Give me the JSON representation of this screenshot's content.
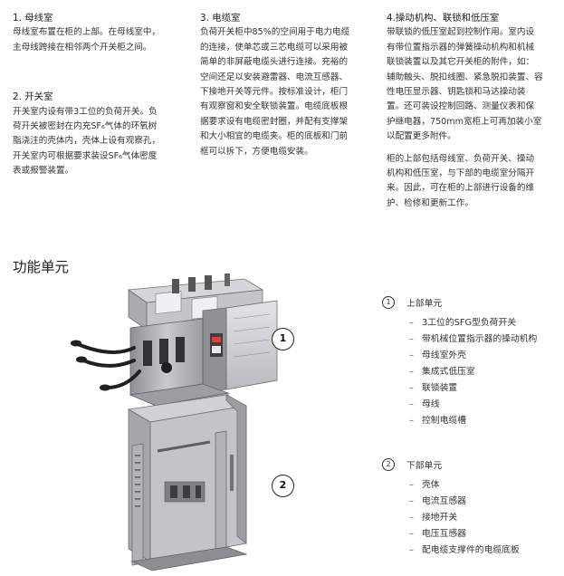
{
  "section1": {
    "title": "1. 母线室",
    "lines": [
      "母线室布置在柜的上部。在母线室中，",
      "主母线跨接在相邻两个开关柜之间。"
    ]
  },
  "section2": {
    "title": "2. 开关室",
    "lines": [
      "开关室内设有带3工位的负荷开关。负",
      "荷开关被密封在内充SF₆气体的环氧树",
      "脂浇注的壳体内，壳体上设有观察孔，",
      "开关室内可根据要求装设SF₆气体密度",
      "表或报警装置。"
    ]
  },
  "section3": {
    "title": "3. 电缆室",
    "lines": [
      "负荷开关柜中85%的空间用于电力电缆",
      "的连接，使单芯或三芯电缆可以采用被",
      "简单的非屏蔽电缆头进行连接。充裕的",
      "空间还足以安装避雷器、电流互感器、",
      "下接地开关等元件。按标准设计，柜门",
      "有观察窗和安全联锁装置。电缆底板根",
      "据要求设有电缆密封圈，并配有支撑架",
      "和大小相宜的电缆夹。柜的底板和门前",
      "框可以拆下，方便电缆安装。"
    ]
  },
  "section4": {
    "title": "4.操动机构、联锁和低压室",
    "lines": [
      "带联锁的低压室起到控制作用。室内设",
      "有带位置指示器的弹簧操动机构和机械",
      "联锁装置以及其它开关柜的附件，如：",
      "辅助触头、脱扣线圈、紧急脱扣装置、容",
      "性电压显示器、钥匙锁和马达操动装",
      "置。还可装设控制回路、测量仪表和保",
      "护继电器，750mm宽柜上可再加装小室",
      "以配置更多附件。"
    ],
    "lines2": [
      "柜的上部包括母线室、负荷开关、操动",
      "机构和低压室，与下部的电缆室分隔开",
      "来。因此，可在柜的上部进行设备的维",
      "护、检修和更新工作。"
    ]
  },
  "functional_units_title": "功能单元",
  "callouts": {
    "one": "1",
    "two": "2"
  },
  "upper_unit": {
    "number": "1",
    "title": "上部单元",
    "items": [
      "3工位的SFG型负荷开关",
      "带机械位置指示器的操动机构",
      "母线室外壳",
      "集成式低压室",
      "联锁装置",
      "母线",
      "控制电缆槽"
    ]
  },
  "lower_unit": {
    "number": "2",
    "title": "下部单元",
    "items": [
      "壳体",
      "电流互感器",
      "接地开关",
      "电压互感器",
      "配电缆支撑件的电缆底板"
    ]
  },
  "dash": "–"
}
